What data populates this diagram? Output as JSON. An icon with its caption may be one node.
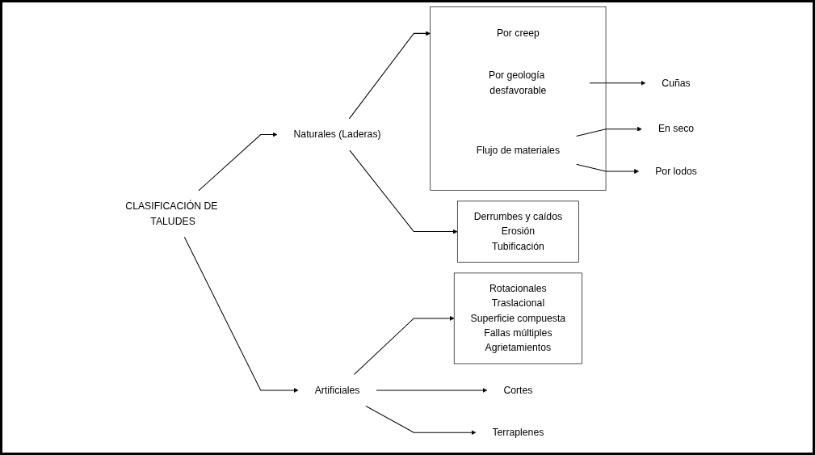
{
  "diagram": {
    "nodes": [
      {
        "text": [
          "CLASIFICACIÓN DE TALUDES"
        ]
      },
      {
        "text": [
          "Naturales (Laderas)"
        ]
      },
      {
        "text": [],
        "shape": "bracket"
      },
      {
        "text": [
          "Por creep"
        ],
        "in": 2
      },
      {
        "text": [
          "Por geología desfavorable"
        ],
        "in": 2
      },
      {
        "text": [
          "Flujo de materiales"
        ],
        "in": 2
      },
      {
        "text": [
          "Cuñas"
        ]
      },
      {
        "text": [
          "En seco"
        ]
      },
      {
        "text": [
          "Por lodos"
        ]
      },
      {
        "text": [
          "Derrumbes y caídos",
          "Erosión",
          "Tubificación"
        ]
      },
      {
        "text": [
          "Artificiales"
        ]
      },
      {
        "text": [
          "Rotacionales",
          "Traslacional",
          "Superficie compuesta",
          "Fallas múltiples",
          "Agrietamientos"
        ]
      },
      {
        "text": [
          "Cortes"
        ]
      },
      {
        "text": [
          "Terraplenes"
        ]
      }
    ],
    "edges": [
      {
        "from": 0,
        "to": 1,
        "arrow": "to"
      },
      {
        "from": 0,
        "to": 10,
        "arrow": "to"
      },
      {
        "from": 1,
        "to": 2,
        "arrow": "to"
      },
      {
        "from": 1,
        "to": 9,
        "arrow": "to"
      },
      {
        "from": 4,
        "to": 6,
        "arrow": "to"
      },
      {
        "from": 5,
        "to": 7,
        "arrow": "to"
      },
      {
        "from": 5,
        "to": 8,
        "arrow": "to"
      },
      {
        "from": 10,
        "to": 11,
        "arrow": "to"
      },
      {
        "from": 10,
        "to": 12,
        "arrow": "to"
      },
      {
        "from": 10,
        "to": 13,
        "arrow": "to"
      }
    ]
  }
}
